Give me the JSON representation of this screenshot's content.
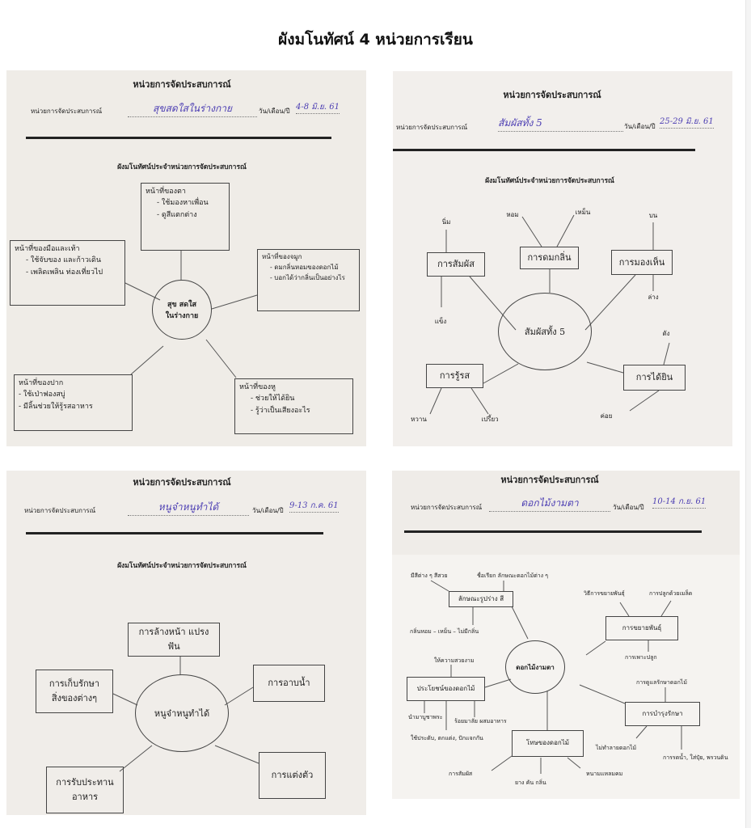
{
  "page_title": "ผังมโนทัศน์ 4 หน่วยการเรียน",
  "form": {
    "header": "หน่วยการจัดประสบการณ์",
    "unit_label": "หน่วยการจัดประสบการณ์",
    "date_label": "วัน/เดือน/ปี",
    "map_title": "ผังมโนทัศน์ประจำหน่วยการจัดประสบการณ์"
  },
  "maps": [
    {
      "unit": "สุขสดใสในร่างกาย",
      "date": "4-8 มิ.ย. 61",
      "center": [
        "สุข สดใส",
        "ในร่างกาย"
      ],
      "nodes": [
        {
          "title": "หน้าที่ของตา",
          "items": [
            "- ใช้มองหาเพื่อน",
            "- ดูสีแตกต่าง"
          ]
        },
        {
          "title": "หน้าที่ของมือและเท้า",
          "items": [
            "- ใช้จับของ และก้าวเดิน",
            "- เพลิดเพลิน ท่องเที่ยวไป"
          ]
        },
        {
          "title": "หน้าที่ของจมูก",
          "items": [
            "- ดมกลิ่นหอมของดอกไม้",
            "- บอกได้ว่ากลิ่นเป็นอย่างไร"
          ]
        },
        {
          "title": "หน้าที่ของปาก",
          "items": [
            "- ใช้เป่าฟองสบู่",
            "- มีลิ้นช่วยให้รู้รสอาหาร"
          ]
        },
        {
          "title": "หน้าที่ของหู",
          "items": [
            "- ช่วยให้ได้ยิน",
            "- รู้ว่าเป็นเสียงอะไร"
          ]
        }
      ]
    },
    {
      "unit": "สัมผัสทั้ง 5",
      "date": "25-29 มิ.ย. 61",
      "center": "สัมผัสทั้ง 5",
      "nodes": [
        "การสัมผัส",
        "การดมกลิ่น",
        "การมองเห็น",
        "การรู้รส",
        "การได้ยิน"
      ],
      "leaves": [
        "นิ่ม",
        "แข็ง",
        "หอม",
        "เหม็น",
        "บน",
        "ล่าง",
        "หวาน",
        "เปรี้ยว",
        "ดัง",
        "ค่อย"
      ]
    },
    {
      "unit": "หนูจ๋าหนูทำได้",
      "date": "9-13 ก.ค. 61",
      "center": "หนูจ๋าหนูทำได้",
      "nodes": [
        "การล้างหน้า แปรงฟัน",
        "การเก็บรักษา สิ่งของต่างๆ",
        "การอาบน้ำ",
        "การรับประทาน อาหาร",
        "การแต่งตัว"
      ]
    },
    {
      "unit": "ดอกไม้งามตา",
      "date": "10-14 ก.ย. 61",
      "center": "ดอกไม้งามตา",
      "nodes": [
        "ลักษณะรูปร่าง สี",
        "การขยายพันธุ์",
        "ประโยชน์ของดอกไม้",
        "โทษของดอกไม้",
        "การบำรุงรักษา"
      ],
      "leaves": [
        "มีสีต่าง ๆ สีสวย",
        "ชื่อเรียก ลักษณะดอกไม้ต่าง ๆ",
        "กลิ่นหอม – เหม็น – ไม่มีกลิ่น",
        "วิธีการขยายพันธุ์",
        "การปลูกด้วยเมล็ด",
        "การเพาะปลูก",
        "ให้ความสวยงาม",
        "การดูแลรักษาดอกไม้",
        "นำมาบูชาพระ",
        "ร้อยมาลัย  ผสมอาหาร",
        "ใช้ประดับ, ตกแต่ง, ปักแจกกัน",
        "ไม่ทำลายดอกไม้",
        "การรดน้ำ, ใส่ปุ๋ย, พรวนดิน",
        "การสัมผัส",
        "ยาง  คัน  กลิ่น",
        "หนามแหลมคม"
      ]
    }
  ]
}
